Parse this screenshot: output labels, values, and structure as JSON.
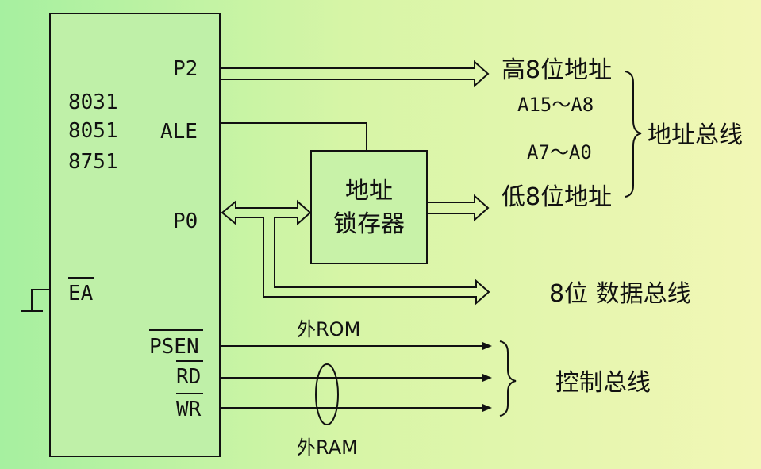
{
  "chip": {
    "models": [
      "8031",
      "8051",
      "8751"
    ],
    "pins": {
      "p2": "P2",
      "ale": "ALE",
      "p0": "P0",
      "ea": "EA",
      "psen": "PSEN",
      "rd": "RD",
      "wr": "WR"
    }
  },
  "latch": {
    "line1": "地址",
    "line2": "锁存器"
  },
  "outputs": {
    "high_addr": "高8位地址",
    "high_range": "A15～A8",
    "low_range": "A7～A0",
    "low_addr": "低8位地址",
    "addr_bus": "地址总线",
    "data_bus": "8位 数据总线",
    "ctrl_bus": "控制总线",
    "ext_rom": "外ROM",
    "ext_ram": "外RAM"
  },
  "colors": {
    "bg_left": "#a6f0a0",
    "bg_right": "#f2f7b6",
    "ink": "#111111",
    "box_fill": "#c8f2a8"
  }
}
